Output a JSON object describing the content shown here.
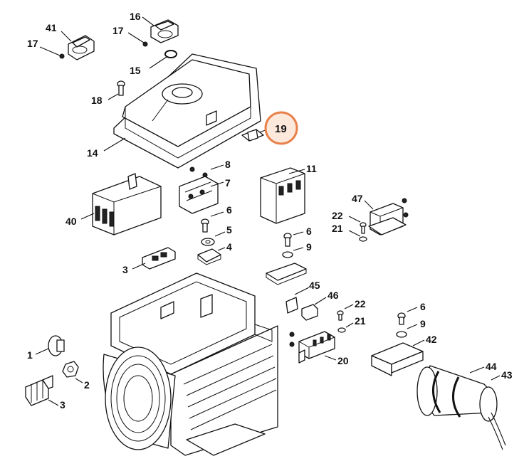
{
  "diagram": {
    "highlight": {
      "label": "19",
      "color": "#e8804a",
      "fill": "#fde9dc"
    },
    "labels": {
      "l41": "41",
      "l17a": "17",
      "l16": "16",
      "l17b": "17",
      "l15": "15",
      "l18": "18",
      "l14": "14",
      "l8": "8",
      "l7": "7",
      "l11": "11",
      "l40": "40",
      "l6a": "6",
      "l5": "5",
      "l4": "4",
      "l3": "3",
      "l47": "47",
      "l22a": "22",
      "l21a": "21",
      "l6b": "6",
      "l9a": "9",
      "l45": "45",
      "l46": "46",
      "l22b": "22",
      "l21b": "21",
      "l20": "20",
      "l6c": "6",
      "l9b": "9",
      "l42": "42",
      "l44": "44",
      "l43": "43",
      "l1": "1",
      "l2": "2",
      "l3b": "3"
    }
  }
}
